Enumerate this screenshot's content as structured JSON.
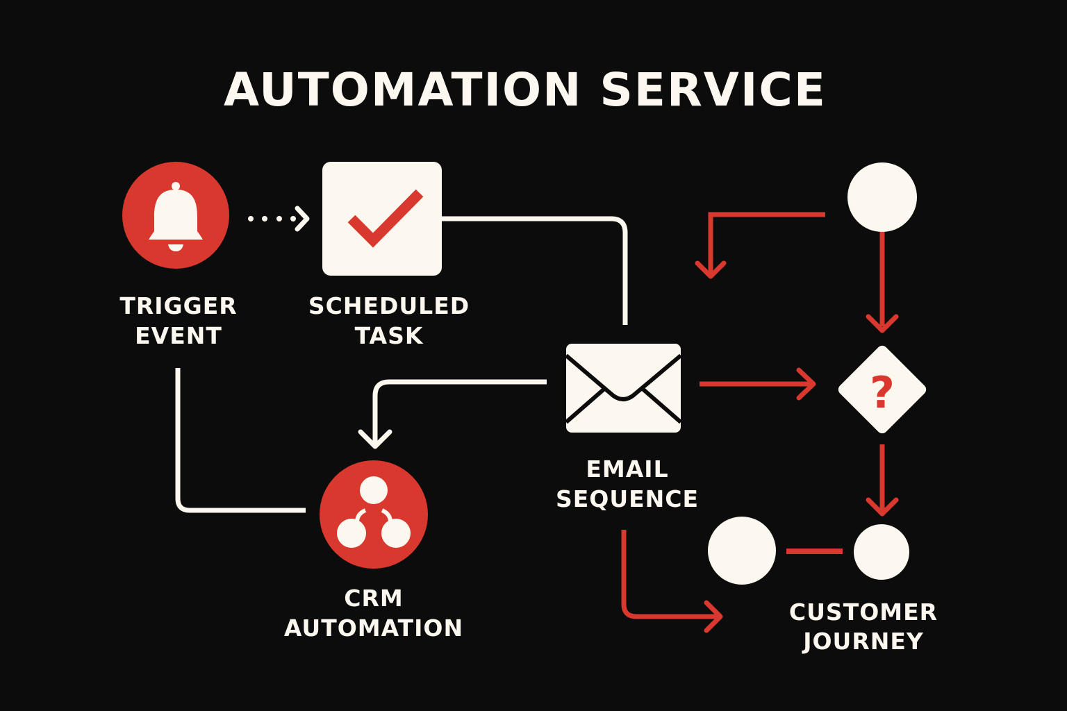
{
  "title": "AUTOMATION SERVICE",
  "colors": {
    "background": "#0c0c0c",
    "accent_red": "#d9382e",
    "cream": "#fcf8f0"
  },
  "nodes": {
    "trigger_event": {
      "icon": "bell-icon",
      "label_line1": "TRIGGER",
      "label_line2": "EVENT"
    },
    "scheduled_task": {
      "icon": "checkmark-icon",
      "label_line1": "SCHEDULED",
      "label_line2": "TASK"
    },
    "email_sequence": {
      "icon": "envelope-icon",
      "label_line1": "EMAIL",
      "label_line2": "SEQUENCE"
    },
    "crm_automation": {
      "icon": "network-nodes-icon",
      "label_line1": "CRM",
      "label_line2": "AUTOMATION"
    },
    "decision": {
      "icon": "question-mark-icon",
      "symbol": "?"
    },
    "customer_journey": {
      "icon": "journey-circles-icon",
      "label_line1": "CUSTOMER",
      "label_line2": "JOURNEY"
    }
  },
  "connectors": [
    {
      "from": "trigger_event",
      "to": "scheduled_task",
      "style": "dotted",
      "color": "cream"
    },
    {
      "from": "scheduled_task",
      "to": "email_sequence",
      "style": "solid",
      "color": "cream"
    },
    {
      "from": "email_sequence",
      "to": "crm_automation",
      "style": "solid-arrow",
      "color": "cream"
    },
    {
      "from": "trigger_event",
      "to": "crm_automation",
      "style": "solid",
      "color": "cream"
    },
    {
      "from": "email_sequence",
      "to": "decision",
      "style": "arrow",
      "color": "red"
    },
    {
      "from": "start_circle",
      "to": "decision",
      "style": "arrow",
      "color": "red"
    },
    {
      "from": "start_circle",
      "to": "left-branch",
      "style": "arrow",
      "color": "red"
    },
    {
      "from": "decision",
      "to": "customer_journey",
      "style": "arrow",
      "color": "red"
    },
    {
      "from": "email_sequence",
      "to": "customer_journey",
      "style": "arrow",
      "color": "red"
    }
  ]
}
